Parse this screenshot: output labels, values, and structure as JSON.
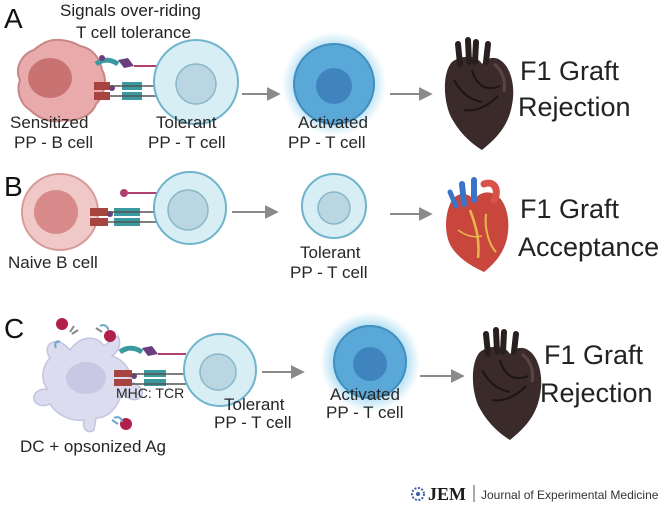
{
  "colors": {
    "arrow": "#8a8a8a",
    "t_cell_fill": "#d8eef5",
    "t_cell_stroke": "#6fb4cc",
    "activated_cell": "#3f93cf",
    "b_cell": "#e2a1a1",
    "dc": "#dcdcf0",
    "mhc": "#a8443f",
    "tcr": "#3a9aa0",
    "costim": "#6b3f7f",
    "opsonized_ag": "#b0204a",
    "heart_rejected": "#3a2a2a",
    "heart_accepted": "#c8463c"
  },
  "panel_a": {
    "letter": "A",
    "signals_label_line1": "Signals over-riding",
    "signals_label_line2": "T cell tolerance",
    "b_cell_label_line1": "Sensitized",
    "b_cell_label_line2": "PP - B cell",
    "tolerant_label_line1": "Tolerant",
    "tolerant_label_line2": "PP - T cell",
    "activated_label_line1": "Activated",
    "activated_label_line2": "PP - T cell",
    "outcome_line1": "F1 Graft",
    "outcome_line2": "Rejection",
    "heart_icon": "rejected-heart-icon"
  },
  "panel_b": {
    "letter": "B",
    "b_cell_label": "Naive B cell",
    "tolerant_label_line1": "Tolerant",
    "tolerant_label_line2": "PP - T cell",
    "outcome_line1": "F1 Graft",
    "outcome_line2": "Acceptance",
    "heart_icon": "accepted-heart-icon"
  },
  "panel_c": {
    "letter": "C",
    "mhc_tcr_label": "MHC: TCR",
    "dc_label": "DC + opsonized Ag",
    "tolerant_label_line1": "Tolerant",
    "tolerant_label_line2": "PP - T cell",
    "activated_label_line1": "Activated",
    "activated_label_line2": "PP - T cell",
    "outcome_line1": "F1 Graft",
    "outcome_line2": "Rejection",
    "heart_icon": "rejected-heart-icon"
  },
  "footer": {
    "logo_text": "JEM",
    "journal_name": "Journal of Experimental Medicine"
  }
}
